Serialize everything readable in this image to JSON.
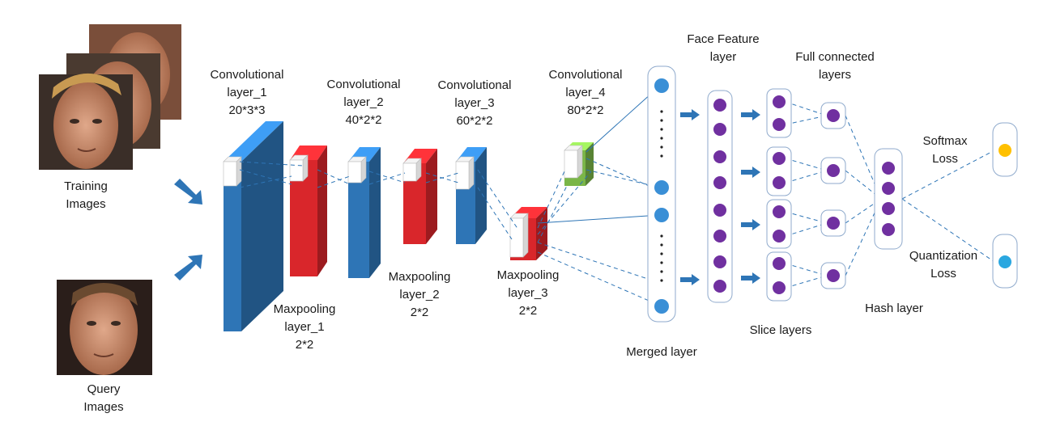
{
  "inputs": {
    "training": [
      "Training",
      "Images"
    ],
    "query": [
      "Query",
      "Images"
    ]
  },
  "layers": {
    "conv1": [
      "Convolutional",
      "layer_1",
      "20*3*3"
    ],
    "conv2": [
      "Convolutional",
      "layer_2",
      "40*2*2"
    ],
    "conv3": [
      "Convolutional",
      "layer_3",
      "60*2*2"
    ],
    "conv4": [
      "Convolutional",
      "layer_4",
      "80*2*2"
    ],
    "pool1": [
      "Maxpooling",
      "layer_1",
      "2*2"
    ],
    "pool2": [
      "Maxpooling",
      "layer_2",
      "2*2"
    ],
    "pool3": [
      "Maxpooling",
      "layer_3",
      "2*2"
    ],
    "merged": "Merged layer",
    "face_feature": [
      "Face Feature",
      "layer"
    ],
    "full_connected": [
      "Full connected",
      "layers"
    ],
    "slice": "Slice layers",
    "hash": "Hash layer",
    "softmax": [
      "Softmax",
      "Loss"
    ],
    "quantization": [
      "Quantization",
      "Loss"
    ]
  },
  "colors": {
    "conv": "#2e75b6",
    "pool": "#d9262b",
    "conv4": "#7ab648",
    "node": "#7030a0",
    "merged_node": "#3a8fd6",
    "softmax_node": "#ffc000",
    "quant_node": "#2aa7e0",
    "arrow": "#2e75b6"
  },
  "icons": [
    "training-face-photo",
    "query-face-photo",
    "arrow-icon"
  ]
}
